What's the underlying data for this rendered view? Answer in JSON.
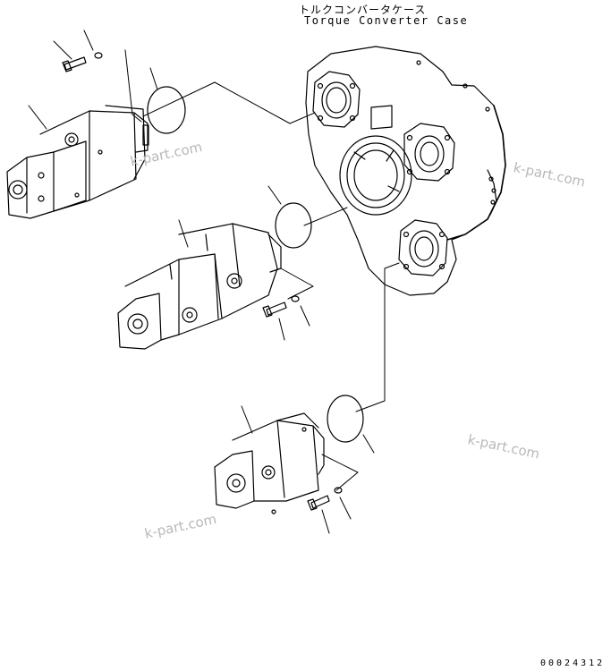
{
  "header": {
    "title_ja": "トルクコンバータケース",
    "title_en": "Torque Converter Case"
  },
  "footer": {
    "drawing_number": "00024312"
  },
  "watermarks": [
    "k-part.com",
    "k-part.com",
    "k-part.com",
    "k-part.com"
  ]
}
